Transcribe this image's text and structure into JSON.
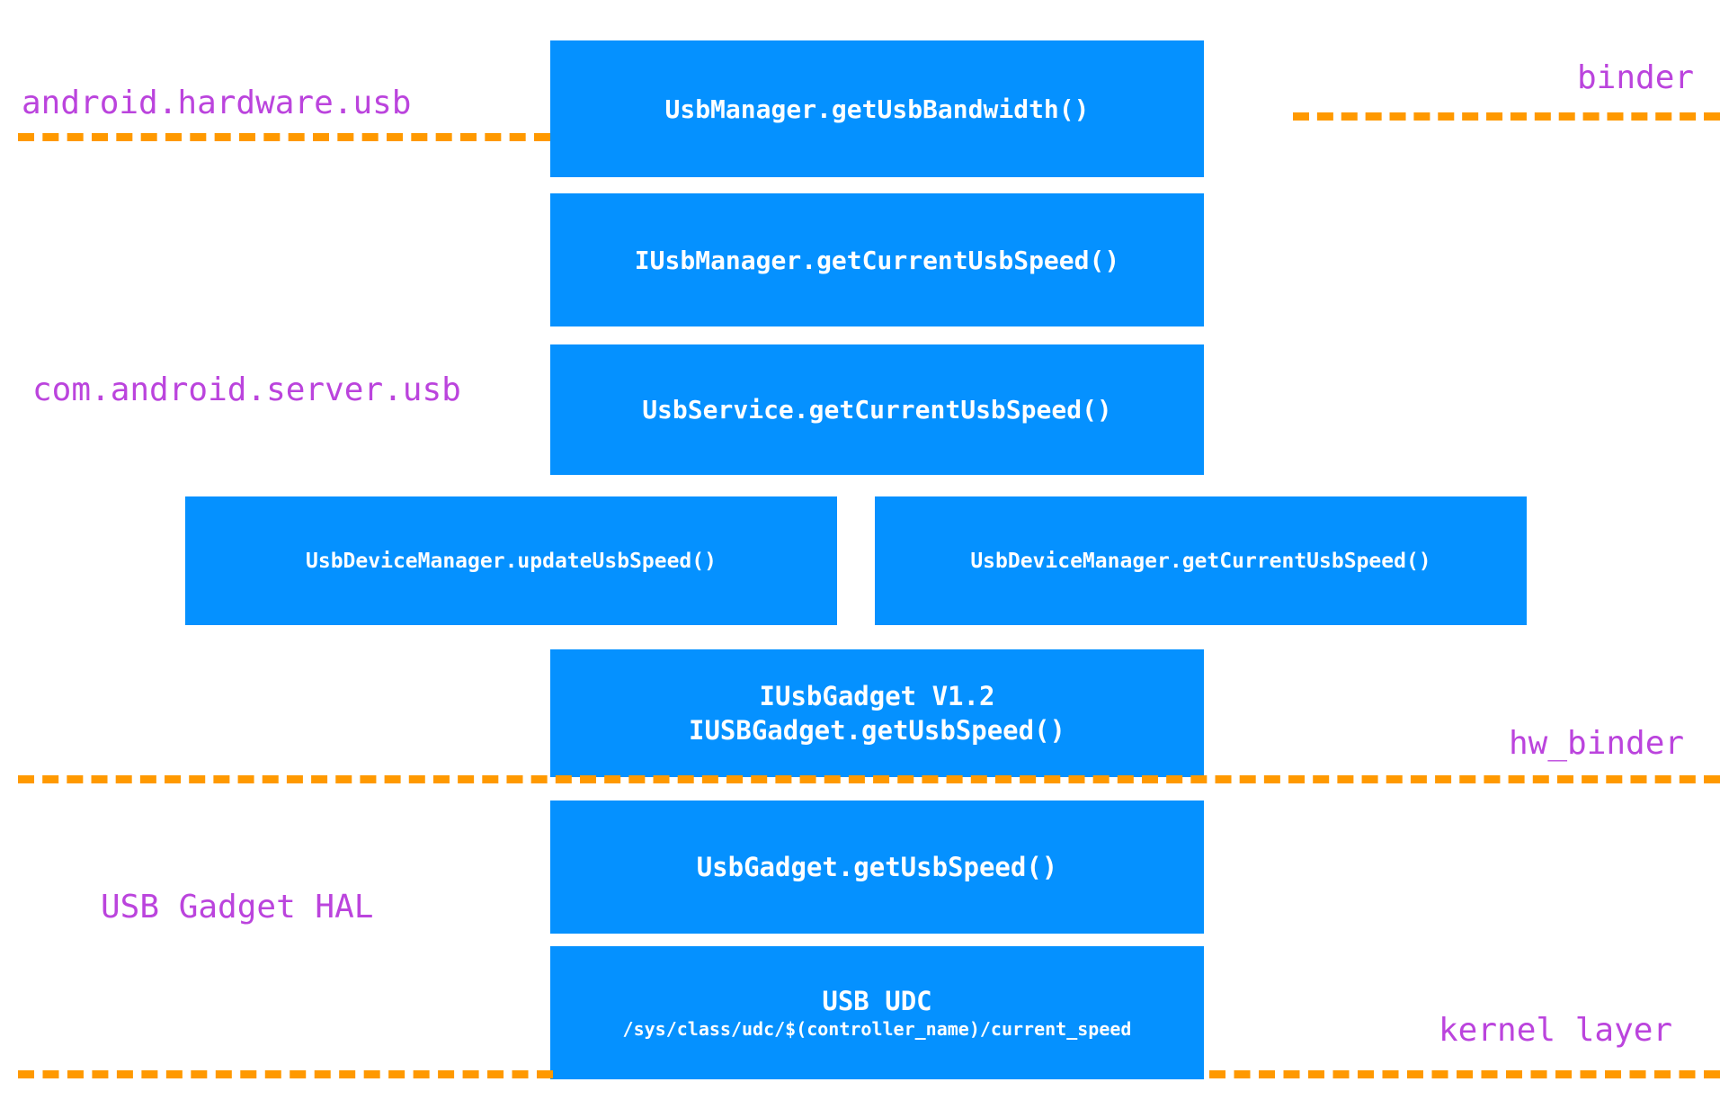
{
  "diagram": {
    "title": "Android USB speed query call stack",
    "palette": {
      "box_fill": "#0591ff",
      "box_text": "#ffffff",
      "layer_label": "#bb44dd",
      "separator": "#ff9900",
      "background": "#ffffff"
    }
  },
  "layer_labels": {
    "android_hardware_usb": "android.hardware.usb",
    "binder": "binder",
    "com_android_server_usb": "com.android.server.usb",
    "hw_binder": "hw_binder",
    "usb_gadget_hal": "USB Gadget HAL",
    "kernel_layer": "kernel layer"
  },
  "boxes": [
    {
      "id": "usbmanager-get-usb-bandwidth",
      "line1": "UsbManager.getUsbBandwidth()",
      "line2": ""
    },
    {
      "id": "iusbmanager-get-current-usb-speed",
      "line1": "IUsbManager.getCurrentUsbSpeed()",
      "line2": ""
    },
    {
      "id": "usbservice-get-current-usb-speed",
      "line1": "UsbService.getCurrentUsbSpeed()",
      "line2": ""
    },
    {
      "id": "usbdevicemanager-update-usb-speed",
      "line1": "UsbDeviceManager.updateUsbSpeed()",
      "line2": ""
    },
    {
      "id": "usbdevicemanager-get-current-usb-speed",
      "line1": "UsbDeviceManager.getCurrentUsbSpeed()",
      "line2": ""
    },
    {
      "id": "iusbgadget-v12",
      "line1": "IUsbGadget V1.2",
      "line2": "IUSBGadget.getUsbSpeed()"
    },
    {
      "id": "usbgadget-get-usb-speed",
      "line1": "UsbGadget.getUsbSpeed()",
      "line2": ""
    },
    {
      "id": "usb-udc",
      "line1": "USB UDC",
      "line2": "/sys/class/udc/$(controller_name)/current_speed"
    }
  ]
}
